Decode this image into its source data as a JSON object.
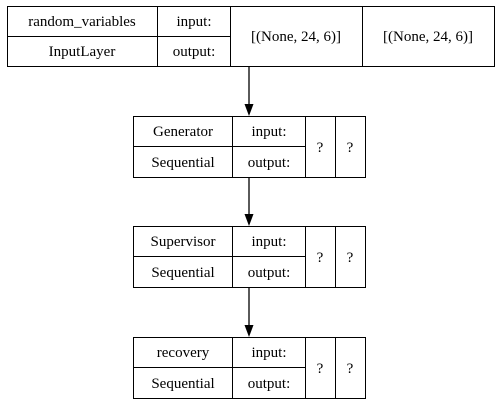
{
  "nodes": [
    {
      "name": "random_variables",
      "layer_class": "InputLayer",
      "input_label": "input:",
      "output_label": "output:",
      "input_shape": "[(None, 24, 6)]",
      "output_shape": "[(None, 24, 6)]"
    },
    {
      "name": "Generator",
      "layer_class": "Sequential",
      "input_label": "input:",
      "output_label": "output:",
      "input_shape": "?",
      "output_shape": "?"
    },
    {
      "name": "Supervisor",
      "layer_class": "Sequential",
      "input_label": "input:",
      "output_label": "output:",
      "input_shape": "?",
      "output_shape": "?"
    },
    {
      "name": "recovery",
      "layer_class": "Sequential",
      "input_label": "input:",
      "output_label": "output:",
      "input_shape": "?",
      "output_shape": "?"
    }
  ],
  "edges": [
    {
      "from": "random_variables",
      "to": "Generator"
    },
    {
      "from": "Generator",
      "to": "Supervisor"
    },
    {
      "from": "Supervisor",
      "to": "recovery"
    }
  ]
}
